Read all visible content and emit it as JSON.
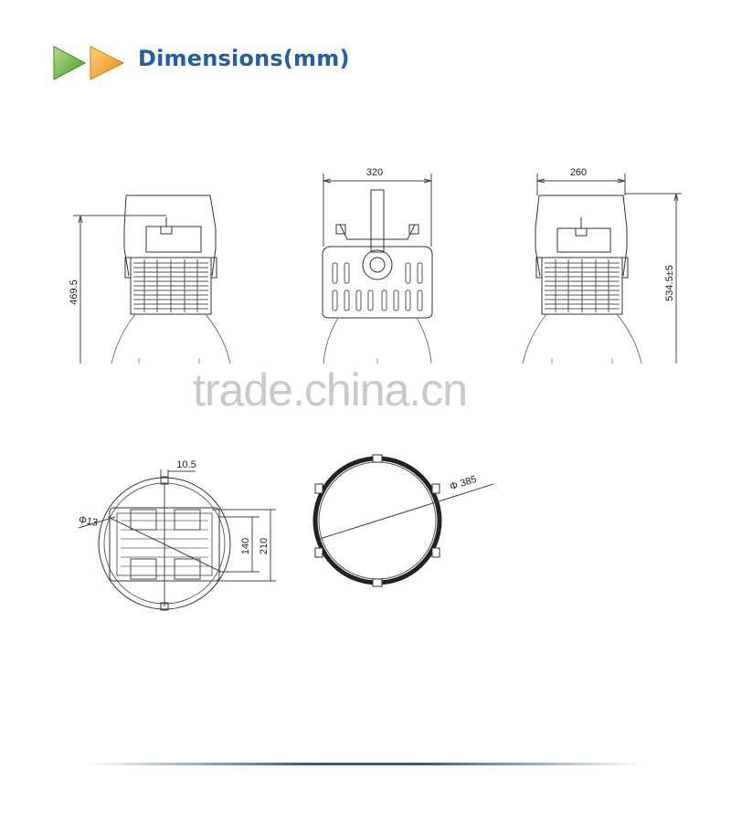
{
  "header": {
    "title": "Dimensions(mm)",
    "icon_left": "play-arrow-green-icon",
    "icon_right": "play-arrow-orange-icon",
    "colors": {
      "title": "#1f5ea8",
      "arrow_green": "#5fb230",
      "arrow_orange": "#f39a1e"
    }
  },
  "dimensions": {
    "side_height": "469.5",
    "front_width": "320",
    "back_width": "260",
    "total_height": "534.5±5",
    "bottom_offset": "10.5",
    "hole_diameter": "Φ13",
    "mount_inner": "140",
    "mount_outer": "210",
    "ring_diameter": "Φ 385"
  },
  "watermark": "trade.china.cn"
}
